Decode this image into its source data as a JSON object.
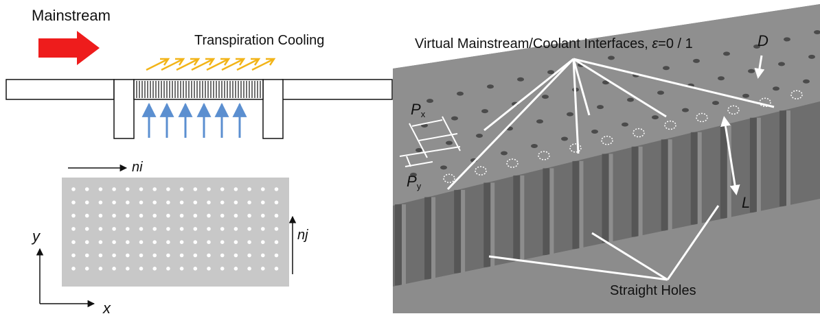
{
  "labels": {
    "mainstream": "Mainstream",
    "transpiration": "Transpiration Cooling",
    "ni": "ni",
    "nj": "nj",
    "y_axis": "y",
    "x_axis": "x",
    "interface_prefix": "Virtual Mainstream/Coolant Interfaces, ",
    "interface_eps": "ε",
    "interface_suffix": "=0 / 1",
    "D": "D",
    "L": "L",
    "Px_main": "P",
    "Px_sub": "x",
    "Py_main": "P",
    "Py_sub": "y",
    "straight_holes": "Straight Holes"
  },
  "colors": {
    "mainstream_arrow": "#ee1c1c",
    "transpiration_arrows": "#f2b418",
    "coolant_arrows": "#5b8fd0",
    "plate_gray": "#c8c8c8",
    "surface_gray": "#8e8e8e"
  },
  "grid": {
    "columns": 16,
    "rows": 7
  },
  "icons": {
    "mainstream_arrow": "right-arrow-icon",
    "coolant_arrow": "up-arrow-icon",
    "transpiration_arrow": "slanted-arrow-icon"
  }
}
